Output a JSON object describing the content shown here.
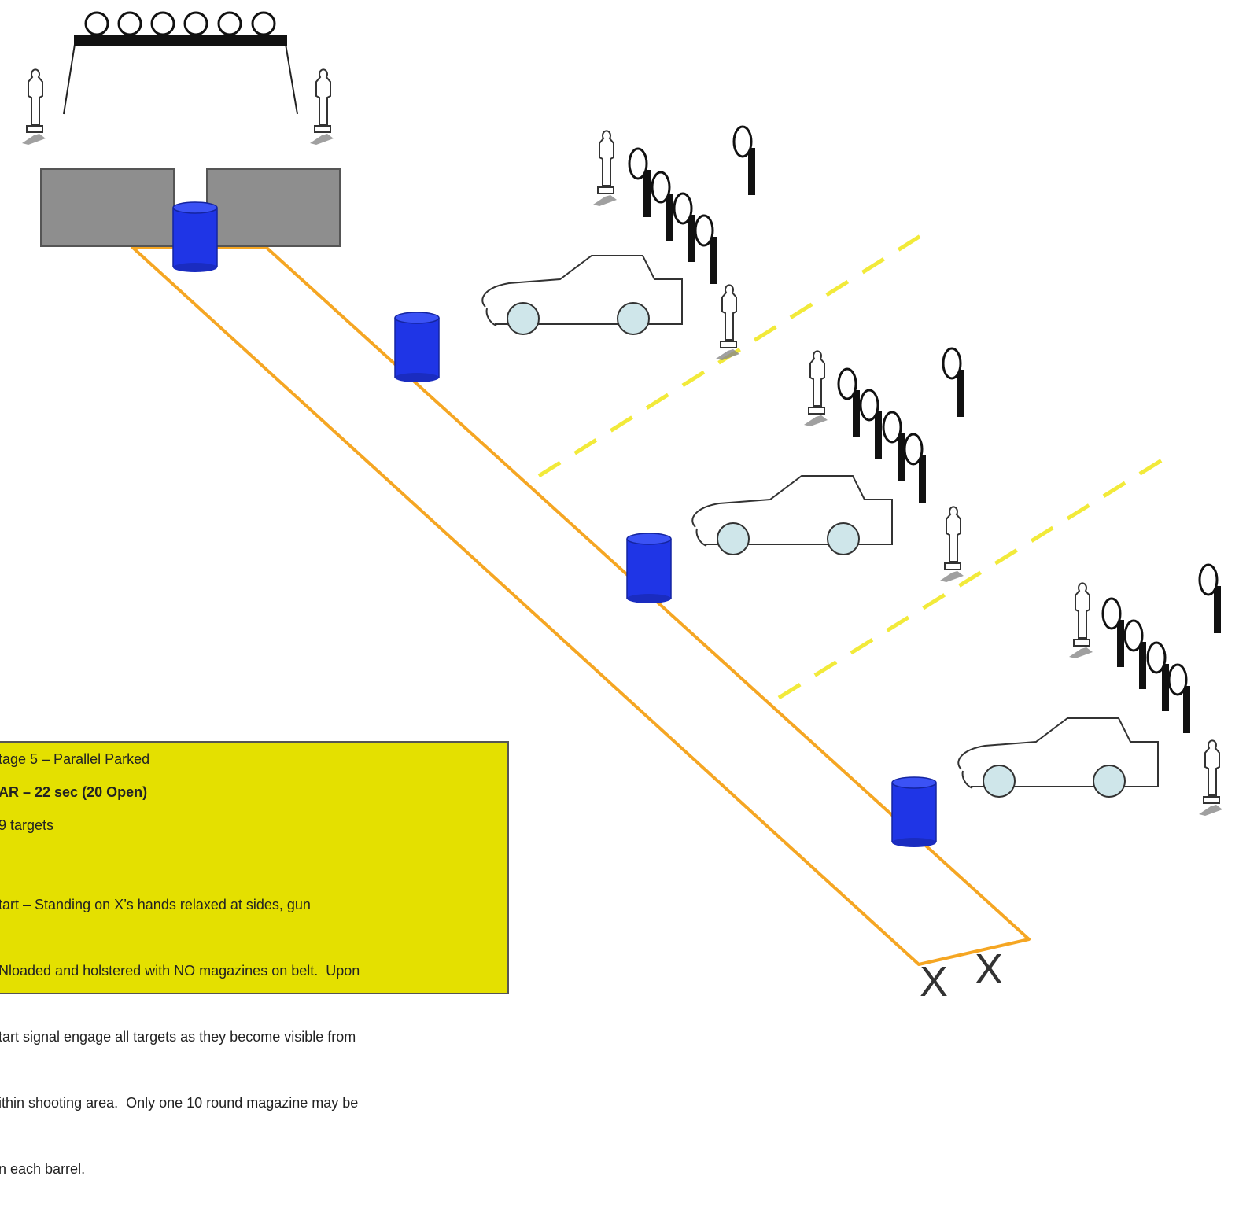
{
  "stage": {
    "title": "tage 5 – Parallel Parked",
    "par": "AR – 22 sec (20 Open)",
    "targets": "9 targets",
    "start_lines": [
      "tart – Standing on X’s hands relaxed at sides, gun",
      "Nloaded and holstered with NO magazines on belt.  Upon",
      "tart signal engage all targets as they become visible from",
      "ithin shooting area.  Only one 10 round magazine may be",
      "n each barrel."
    ]
  },
  "marks": {
    "start_marker_1": "X",
    "start_marker_2": "X"
  },
  "colors": {
    "shooting_lane": "#f5a623",
    "fault_line": "#f2ea3a",
    "barrel": "#1f35e6",
    "wall": "#8e8e8e",
    "wheel": "#cfe6ea",
    "infobox": "#e4e000"
  },
  "icons": [
    "no-shoot-silhouette-icon",
    "steel-plate-icon",
    "car-icon",
    "barrel-icon",
    "wall-icon"
  ]
}
